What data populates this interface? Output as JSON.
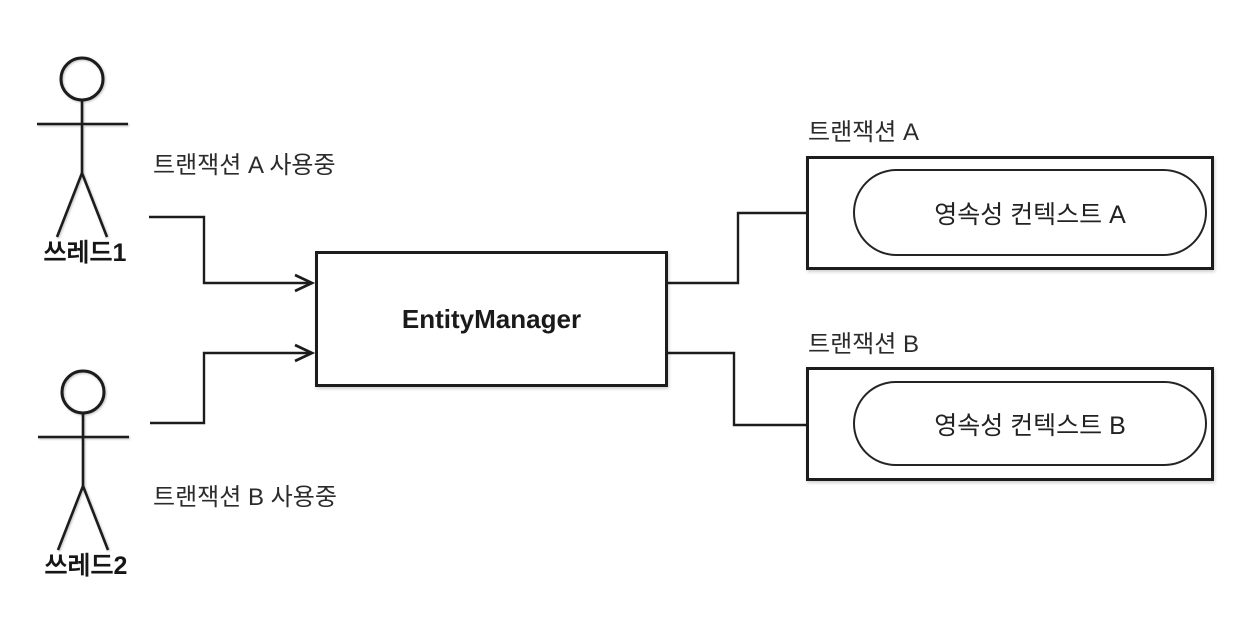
{
  "canvas": {
    "background": "#ffffff",
    "line_color": "#1c1c1c",
    "text_color": "#242424"
  },
  "actors": [
    {
      "name": "쓰레드1",
      "status": "트랜잭션 A 사용중"
    },
    {
      "name": "쓰레드2",
      "status": "트랜잭션 B 사용중"
    }
  ],
  "entity_manager": {
    "label": "EntityManager"
  },
  "transactions": [
    {
      "title": "트랜잭션 A",
      "context": "영속성 컨텍스트 A"
    },
    {
      "title": "트랜잭션 B",
      "context": "영속성 컨텍스트 B"
    }
  ]
}
